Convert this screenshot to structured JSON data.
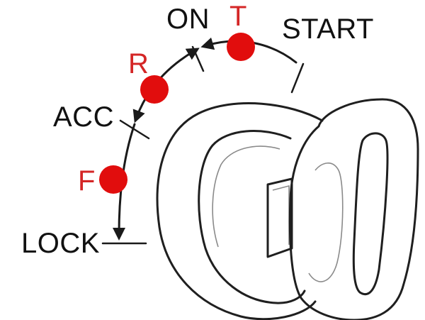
{
  "positions": {
    "lock": {
      "label": "LOCK"
    },
    "acc": {
      "label": "ACC"
    },
    "on": {
      "label": "ON"
    },
    "start": {
      "label": "START"
    }
  },
  "dots": {
    "f": {
      "label": "F",
      "color": "#e10d0d"
    },
    "r": {
      "label": "R",
      "color": "#e10d0d"
    },
    "t": {
      "label": "T",
      "color": "#e10d0d"
    }
  },
  "colors": {
    "dot_red": "#e10d0d",
    "label_red": "#d42626",
    "ink": "#111111"
  }
}
